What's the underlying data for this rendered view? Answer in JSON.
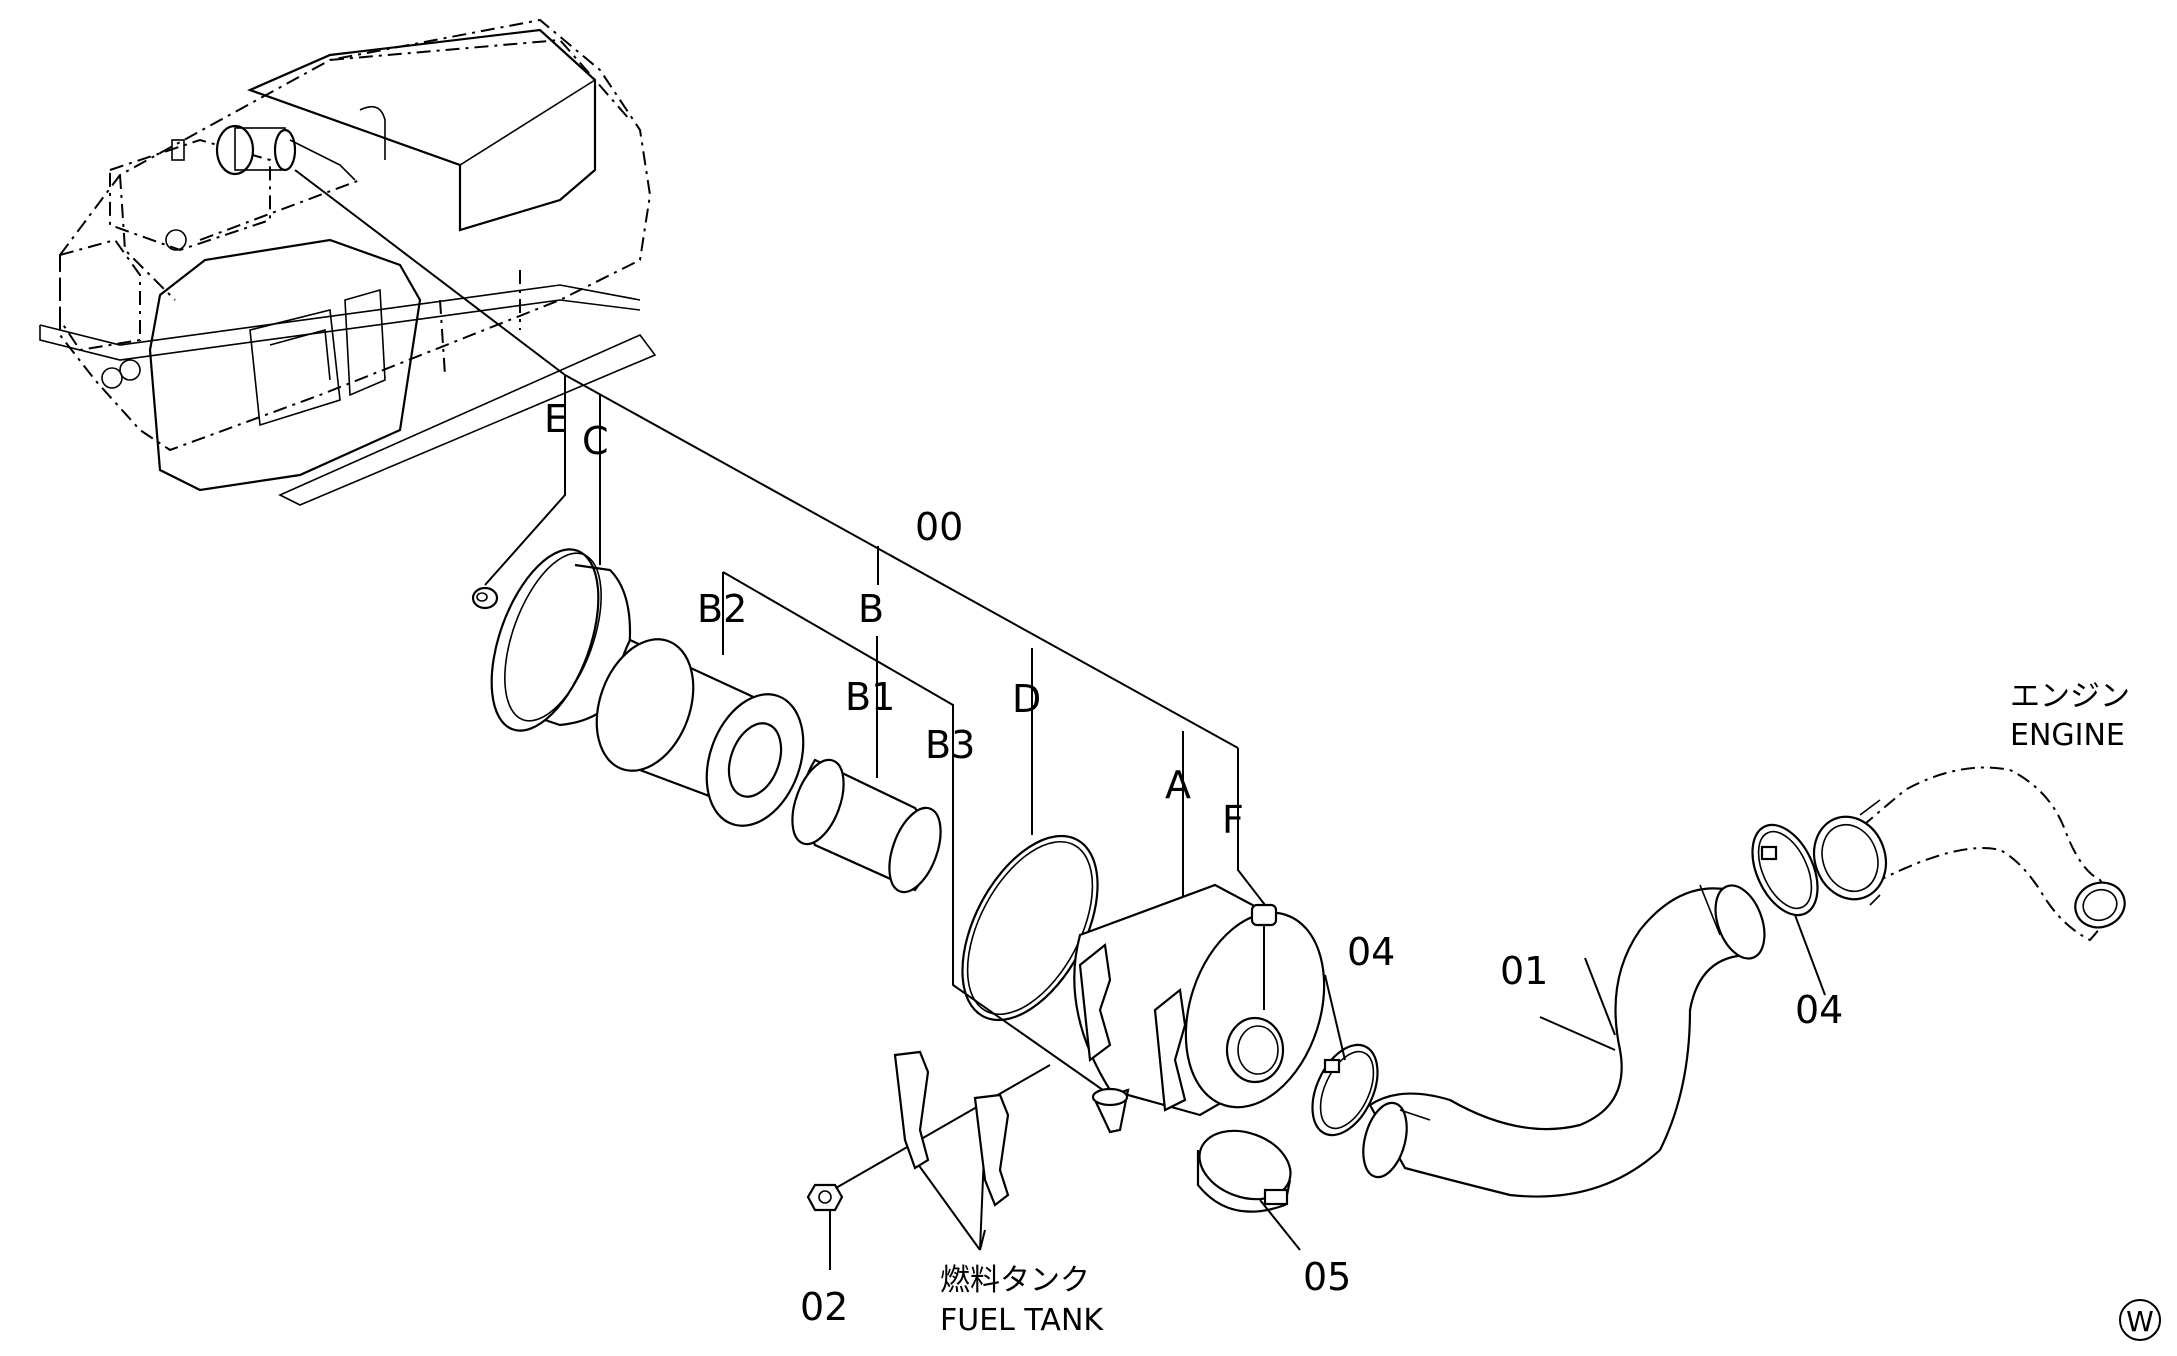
{
  "diagram": {
    "part_labels": {
      "E": "E",
      "C": "C",
      "assembly_00": "00",
      "B": "B",
      "B2": "B2",
      "B1": "B1",
      "B3": "B3",
      "D": "D",
      "A": "A",
      "F": "F",
      "p01": "01",
      "p02": "02",
      "p04_left": "04",
      "p04_right": "04",
      "p05": "05"
    },
    "notes": {
      "engine_jp": "エンジン",
      "engine_en": "ENGINE",
      "fuel_tank_jp": "燃料タンク",
      "fuel_tank_en": "FUEL TANK"
    },
    "corner_mark": "W"
  }
}
